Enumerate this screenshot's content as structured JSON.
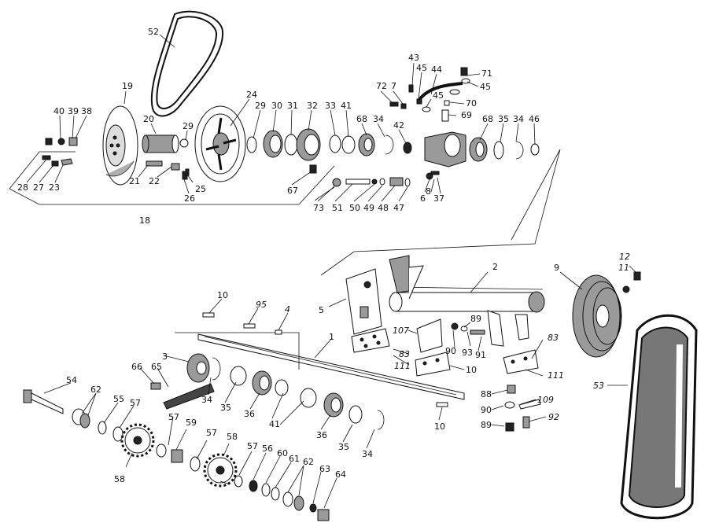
{
  "labels": {
    "l52": "52",
    "l19": "19",
    "l40": "40",
    "l39": "39",
    "l38": "38",
    "l20": "20",
    "l29a": "29",
    "l24": "24",
    "l29b": "29",
    "l30": "30",
    "l31": "31",
    "l32": "32",
    "l33": "33",
    "l41a": "41",
    "l68a": "68",
    "l34a": "34",
    "l42": "42",
    "l43": "43",
    "l45a": "45",
    "l44": "44",
    "l71": "71",
    "l45b": "45",
    "l72": "72",
    "l7": "7",
    "l45c": "45",
    "l70": "70",
    "l69": "69",
    "l68b": "68",
    "l35a": "35",
    "l34b": "34",
    "l46": "46",
    "l28": "28",
    "l27": "27",
    "l23": "23",
    "l21": "21",
    "l22": "22",
    "l25": "25",
    "l26": "26",
    "l67": "67",
    "l73": "73",
    "l51": "51",
    "l50": "50",
    "l49": "49",
    "l48": "48",
    "l47": "47",
    "l6": "6",
    "l8": "8",
    "l37": "37",
    "l18": "18",
    "l2": "2",
    "l9": "9",
    "l12": "12",
    "l11": "11",
    "l5": "5",
    "l10a": "10",
    "l95": "95",
    "l4": "4",
    "l89a": "89",
    "l107": "107",
    "l90a": "90",
    "l93": "93",
    "l91": "91",
    "l83a": "83",
    "l83b": "83",
    "l1": "1",
    "l111a": "111",
    "l10b": "10",
    "l111b": "111",
    "l3": "3",
    "l66": "66",
    "l65": "65",
    "l54": "54",
    "l62a": "62",
    "l55": "55",
    "l57a": "57",
    "l34c": "34",
    "l35b": "35",
    "l36a": "36",
    "l41b": "41",
    "l36b": "36",
    "l35c": "35",
    "l34d": "34",
    "l10c": "10",
    "l88": "88",
    "l109": "109",
    "l90b": "90",
    "l92": "92",
    "l89b": "89",
    "l53": "53",
    "l57b": "57",
    "l59": "59",
    "l57c": "57",
    "l58a": "58",
    "l58b": "58",
    "l57d": "57",
    "l56": "56",
    "l60": "60",
    "l61": "61",
    "l62b": "62",
    "l63": "63",
    "l64": "64"
  }
}
